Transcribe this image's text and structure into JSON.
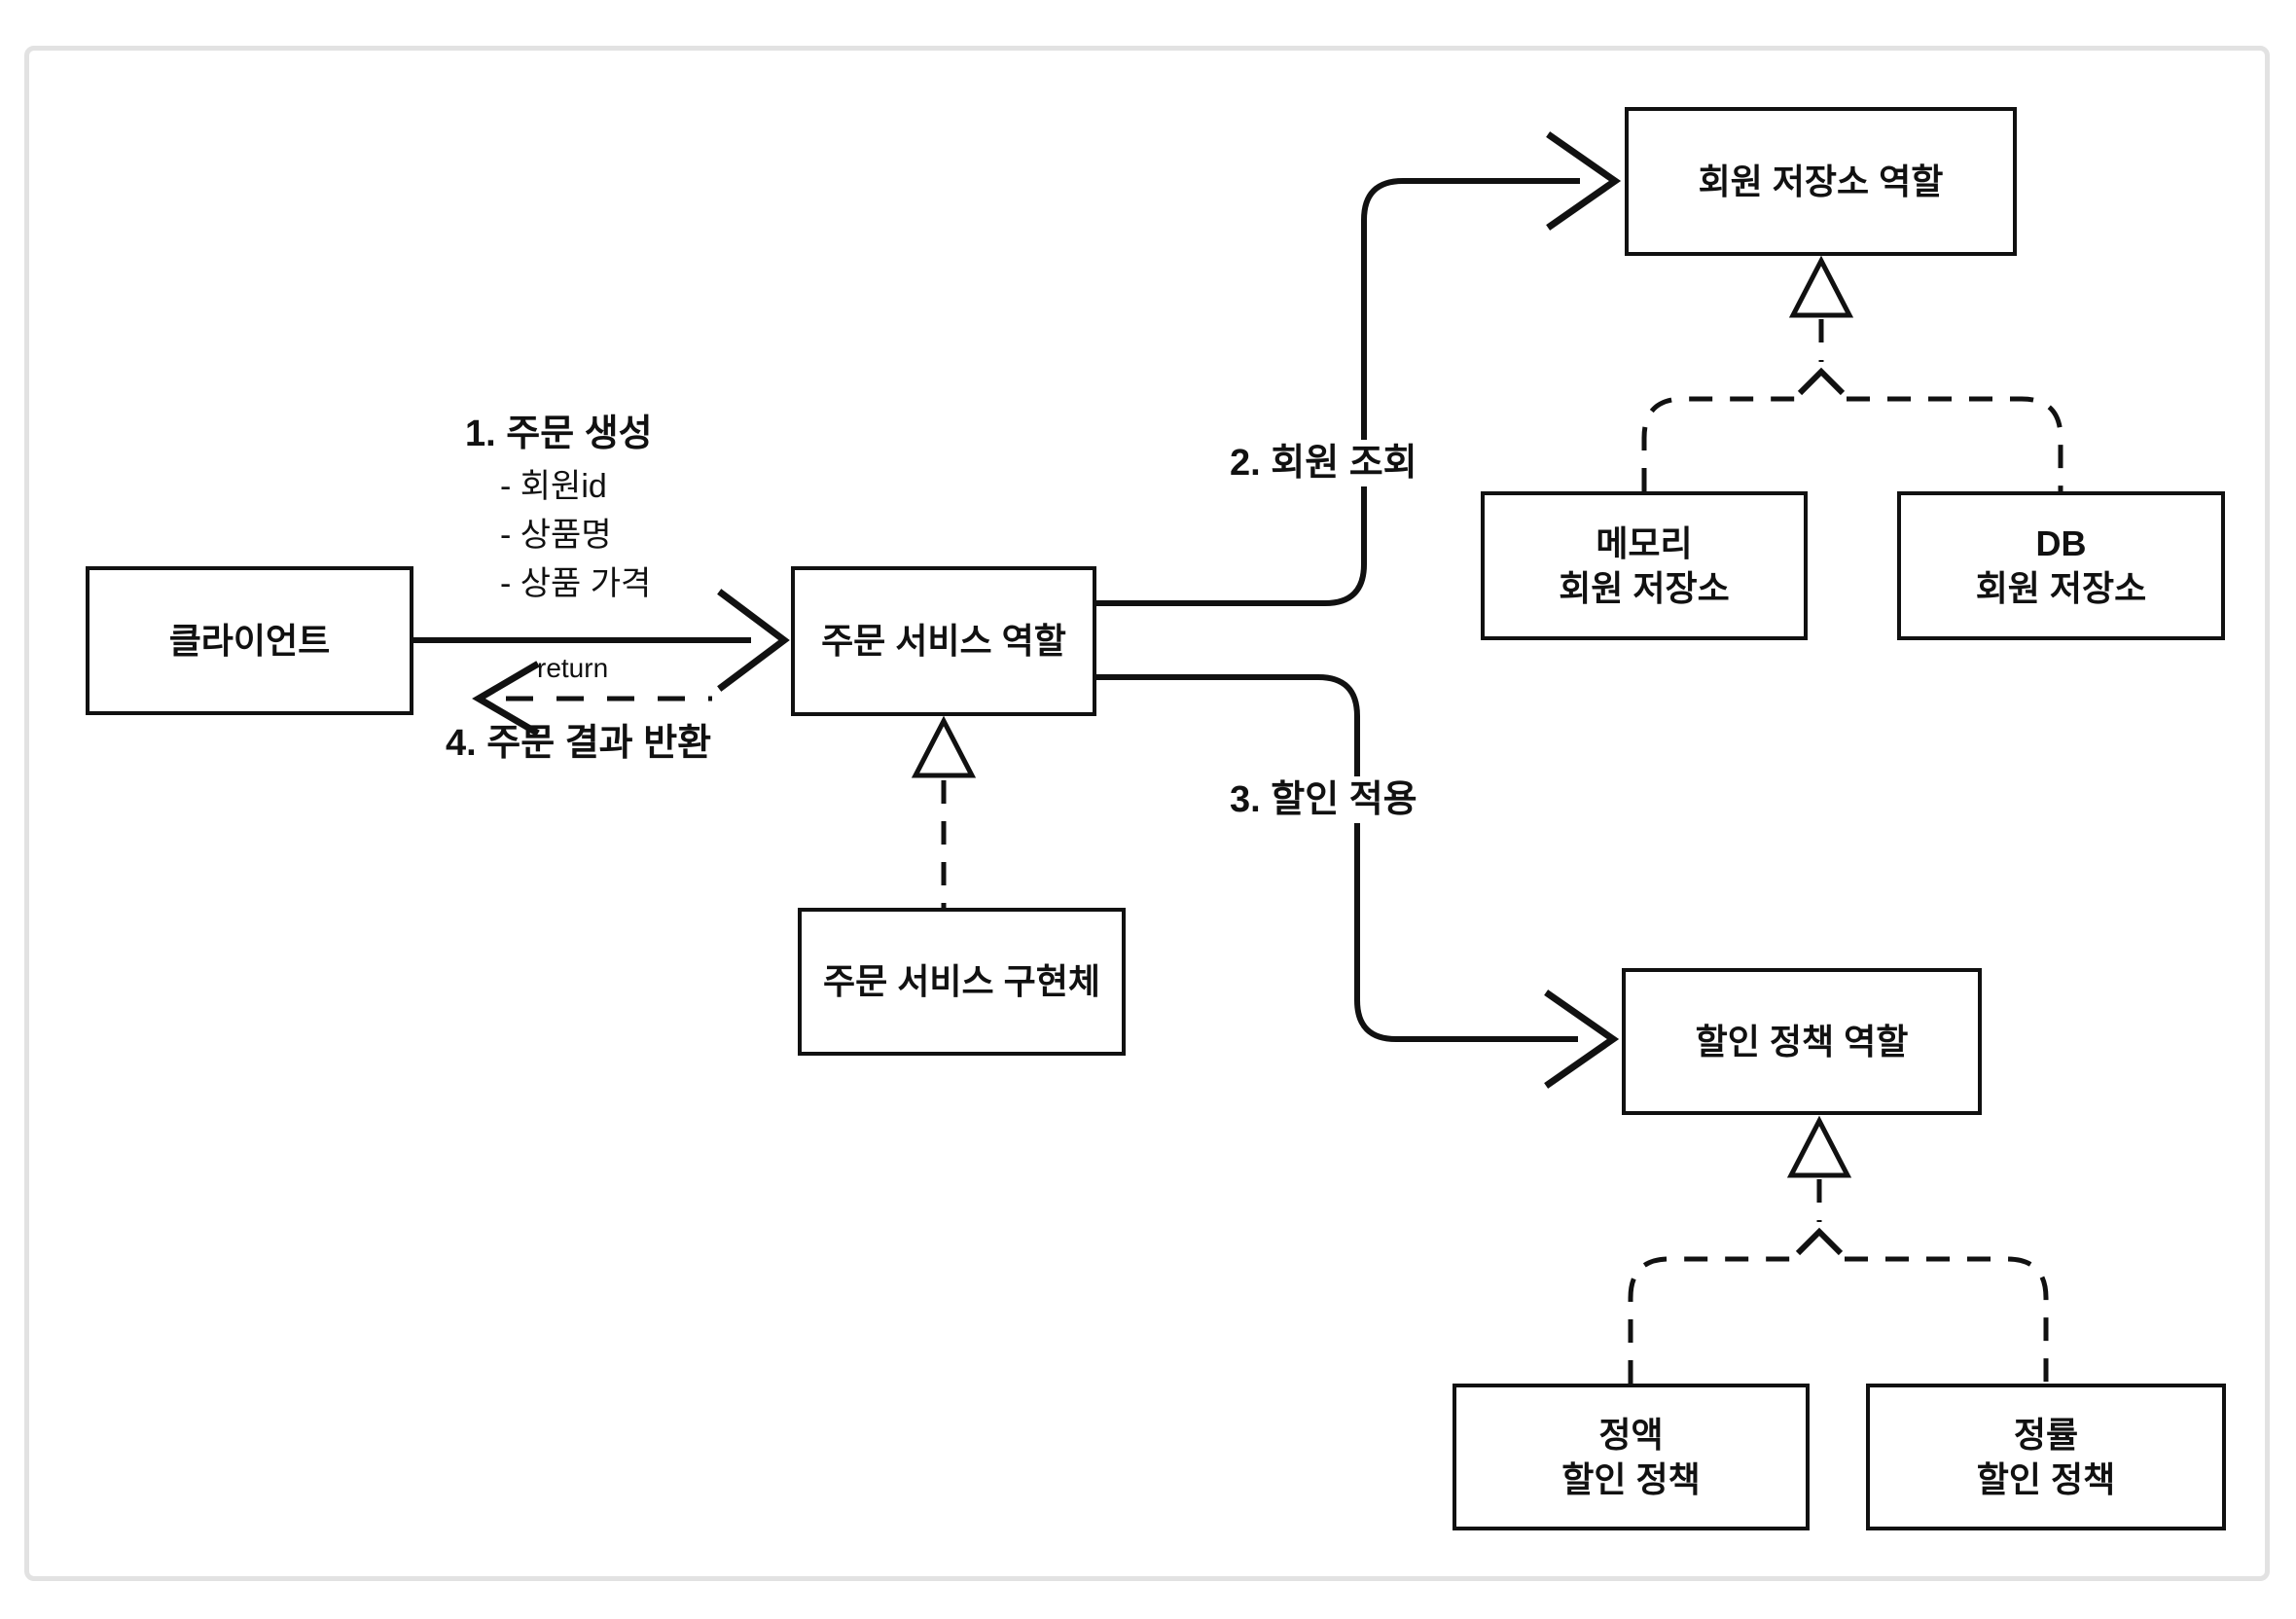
{
  "nodes": {
    "client": {
      "label": "클라이언트"
    },
    "order_service_role": {
      "label": "주문 서비스 역할"
    },
    "order_service_impl": {
      "label": "주문 서비스 구현체"
    },
    "member_repo_role": {
      "label": "회원 저장소 역할"
    },
    "memory_member_repo": {
      "line1": "메모리",
      "line2": "회원 저장소"
    },
    "db_member_repo": {
      "line1": "DB",
      "line2": "회원 저장소"
    },
    "discount_policy_role": {
      "label": "할인 정책 역할"
    },
    "fixed_discount_policy": {
      "line1": "정액",
      "line2": "할인 정책"
    },
    "rate_discount_policy": {
      "line1": "정률",
      "line2": "할인 정책"
    }
  },
  "annotations": {
    "step1": {
      "title": "1. 주문 생성",
      "items": [
        "- 회원id",
        "- 상품명",
        "- 상품 가격"
      ]
    },
    "step2": "2. 회원 조회",
    "step3": "3. 할인 적용",
    "step4": "4. 주문 결과 반환",
    "return_label": "return"
  },
  "colors": {
    "line": "#111111",
    "frame_border": "#e2e2e2",
    "background": "#ffffff"
  }
}
